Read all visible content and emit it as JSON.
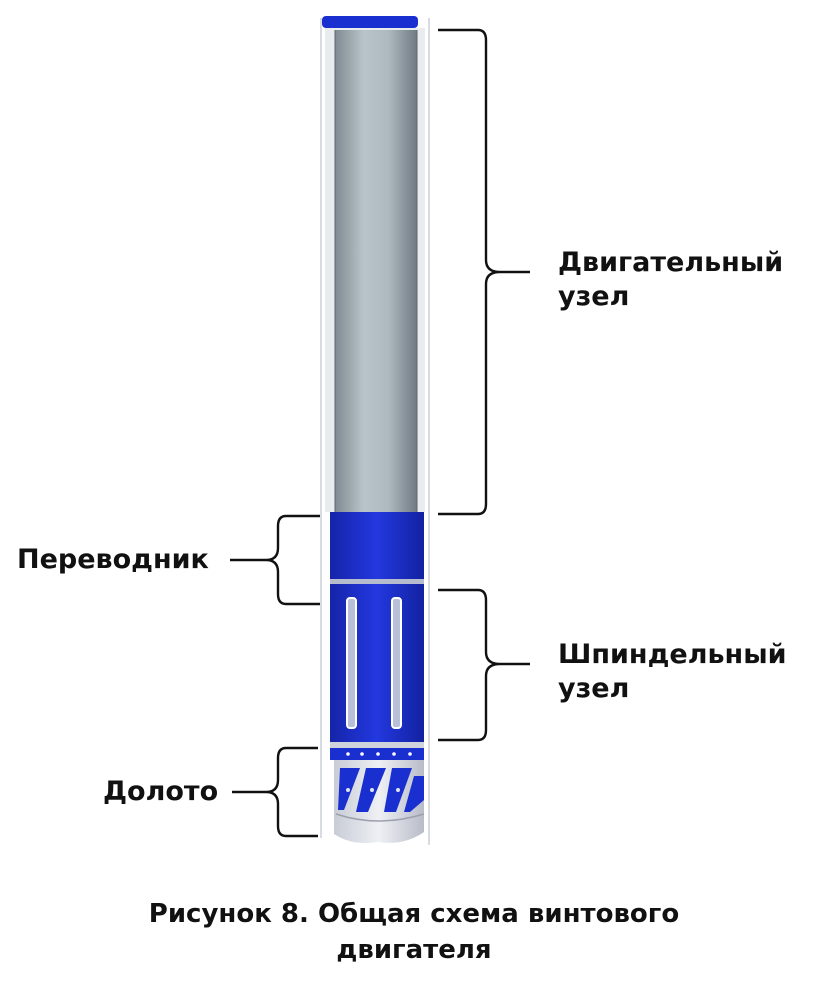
{
  "labels": {
    "motor_line1": "Двигательный",
    "motor_line2": "узел",
    "sub": "Переводник",
    "spindle_line1": "Шпиндельный",
    "spindle_line2": "узел",
    "bit": "Долото"
  },
  "caption": {
    "line1": "Рисунок 8. Общая схема винтового",
    "line2": "двигателя"
  },
  "colors": {
    "housing_blue": "#1a2fd0",
    "rotor_gray": "#a9b4bc",
    "bracket": "#111111"
  }
}
